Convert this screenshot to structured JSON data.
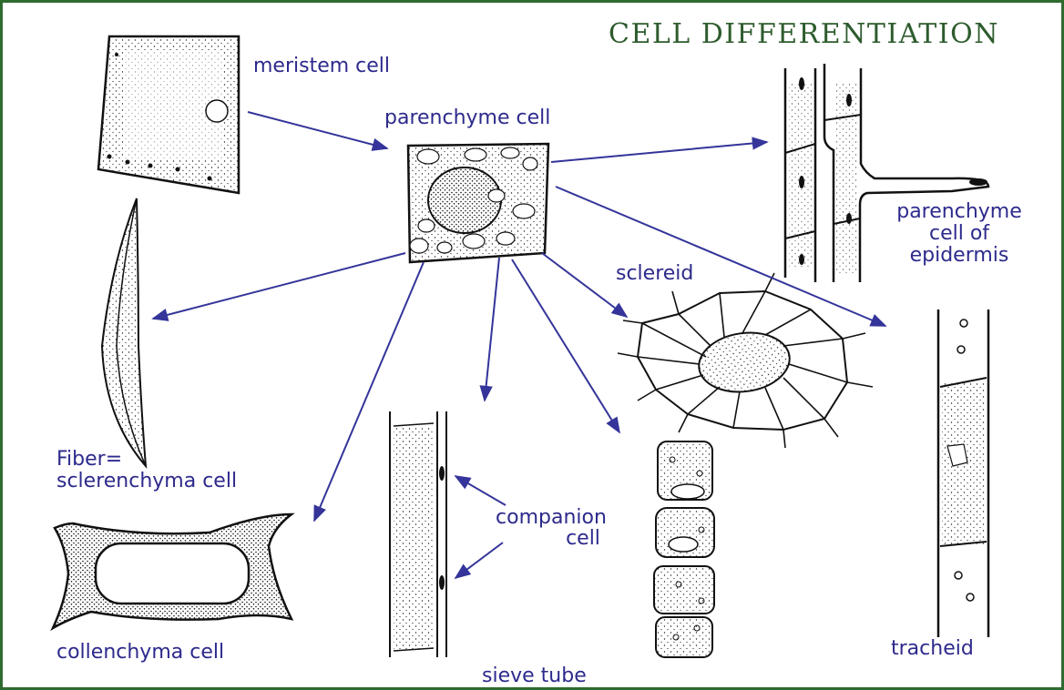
{
  "title": "CELL DIFFERENTIATION",
  "colors": {
    "frame": "#2f6b2f",
    "title": "#2d5b2d",
    "labels": "#2d2a8c",
    "arrows": "#34349a",
    "ink": "#111111"
  },
  "labels": {
    "meristem": "meristem cell",
    "parenchyme": "parenchyme cell",
    "epidermis_line1": "parenchyme",
    "epidermis_line2": "cell of",
    "epidermis_line3": "epidermis",
    "sclereid": "sclereid",
    "fiber_line1": "Fiber=",
    "fiber_line2": "sclerenchyma cell",
    "companion_line1": "companion",
    "companion_line2": "cell",
    "collenchyma": "collenchyma cell",
    "sieve": "sieve tube",
    "tracheid": "tracheid"
  }
}
